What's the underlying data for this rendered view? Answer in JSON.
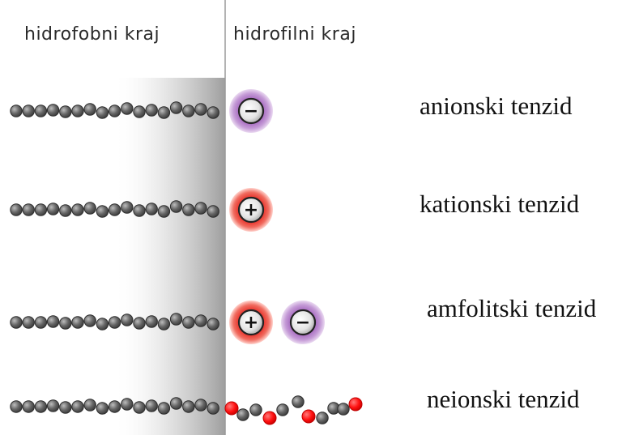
{
  "header": {
    "hydrophobic_label": "hidrofobni kraj",
    "hydrophilic_label": "hidrofilni kraj"
  },
  "rows": [
    {
      "label": "anionski tenzid",
      "head": [
        "negative"
      ]
    },
    {
      "label": "kationski tenzid",
      "head": [
        "positive"
      ]
    },
    {
      "label": "amfolitski tenzid",
      "head": [
        "positive",
        "negative"
      ]
    },
    {
      "label": "neionski tenzid",
      "head": [
        "nonionic-chain"
      ]
    }
  ],
  "symbols": {
    "positive": "+",
    "negative": "−"
  },
  "colors": {
    "bead": "#555555",
    "bead_highlight": "#bdbdbd",
    "positive_ring": "#e8322a",
    "negative_ring": "#a76bc0",
    "oxygen_bead": "#ff1010",
    "interface_line": "#9a9a9a",
    "shade_dark": "#9e9e9e"
  }
}
